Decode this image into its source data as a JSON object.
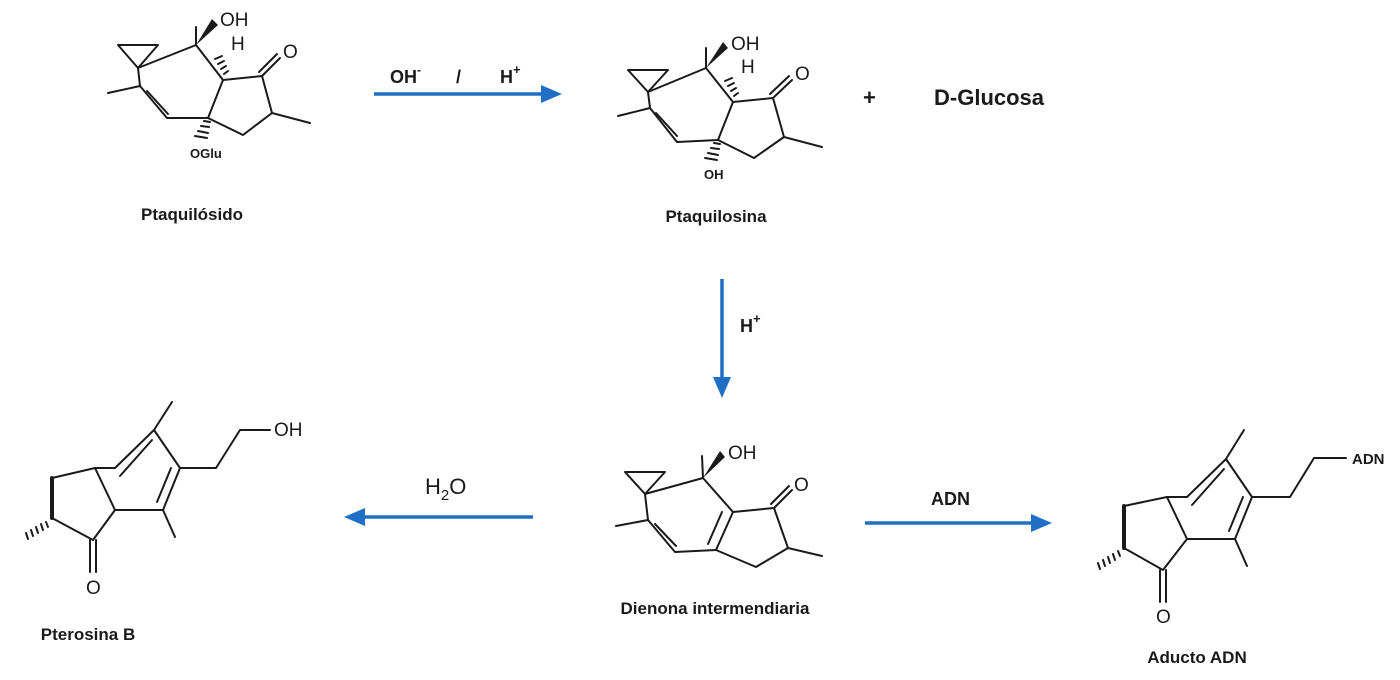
{
  "compounds": {
    "ptaquiloside": {
      "name": "Ptaquilósido",
      "oh": "OH",
      "h": "H",
      "o": "O",
      "oglu": "OGlu"
    },
    "ptaquilosin": {
      "name": "Ptaquilosina",
      "oh": "OH",
      "h": "H",
      "o": "O",
      "oh_bottom": "OH"
    },
    "dienone": {
      "name": "Dienona intermendiaria",
      "oh": "OH",
      "o": "O"
    },
    "pterosin_b": {
      "name": "Pterosina B",
      "oh": "OH",
      "o": "O"
    },
    "dna_adduct": {
      "name": "Aducto ADN",
      "dna": "ADN",
      "o": "O"
    }
  },
  "reagents": {
    "step1_base": "OH",
    "step1_base_charge": "-",
    "step1_separator": "/",
    "step1_acid": "H",
    "step1_acid_charge": "+",
    "step2_acid": "H",
    "step2_acid_charge": "+",
    "step3_water_h": "H",
    "step3_water_sub": "2",
    "step3_water_o": "O",
    "step4_dna": "ADN"
  },
  "byproduct": {
    "plus": "+",
    "name": "D-Glucosa"
  },
  "colors": {
    "arrow": "#1f6fc5",
    "ink": "#1a1a1a"
  }
}
